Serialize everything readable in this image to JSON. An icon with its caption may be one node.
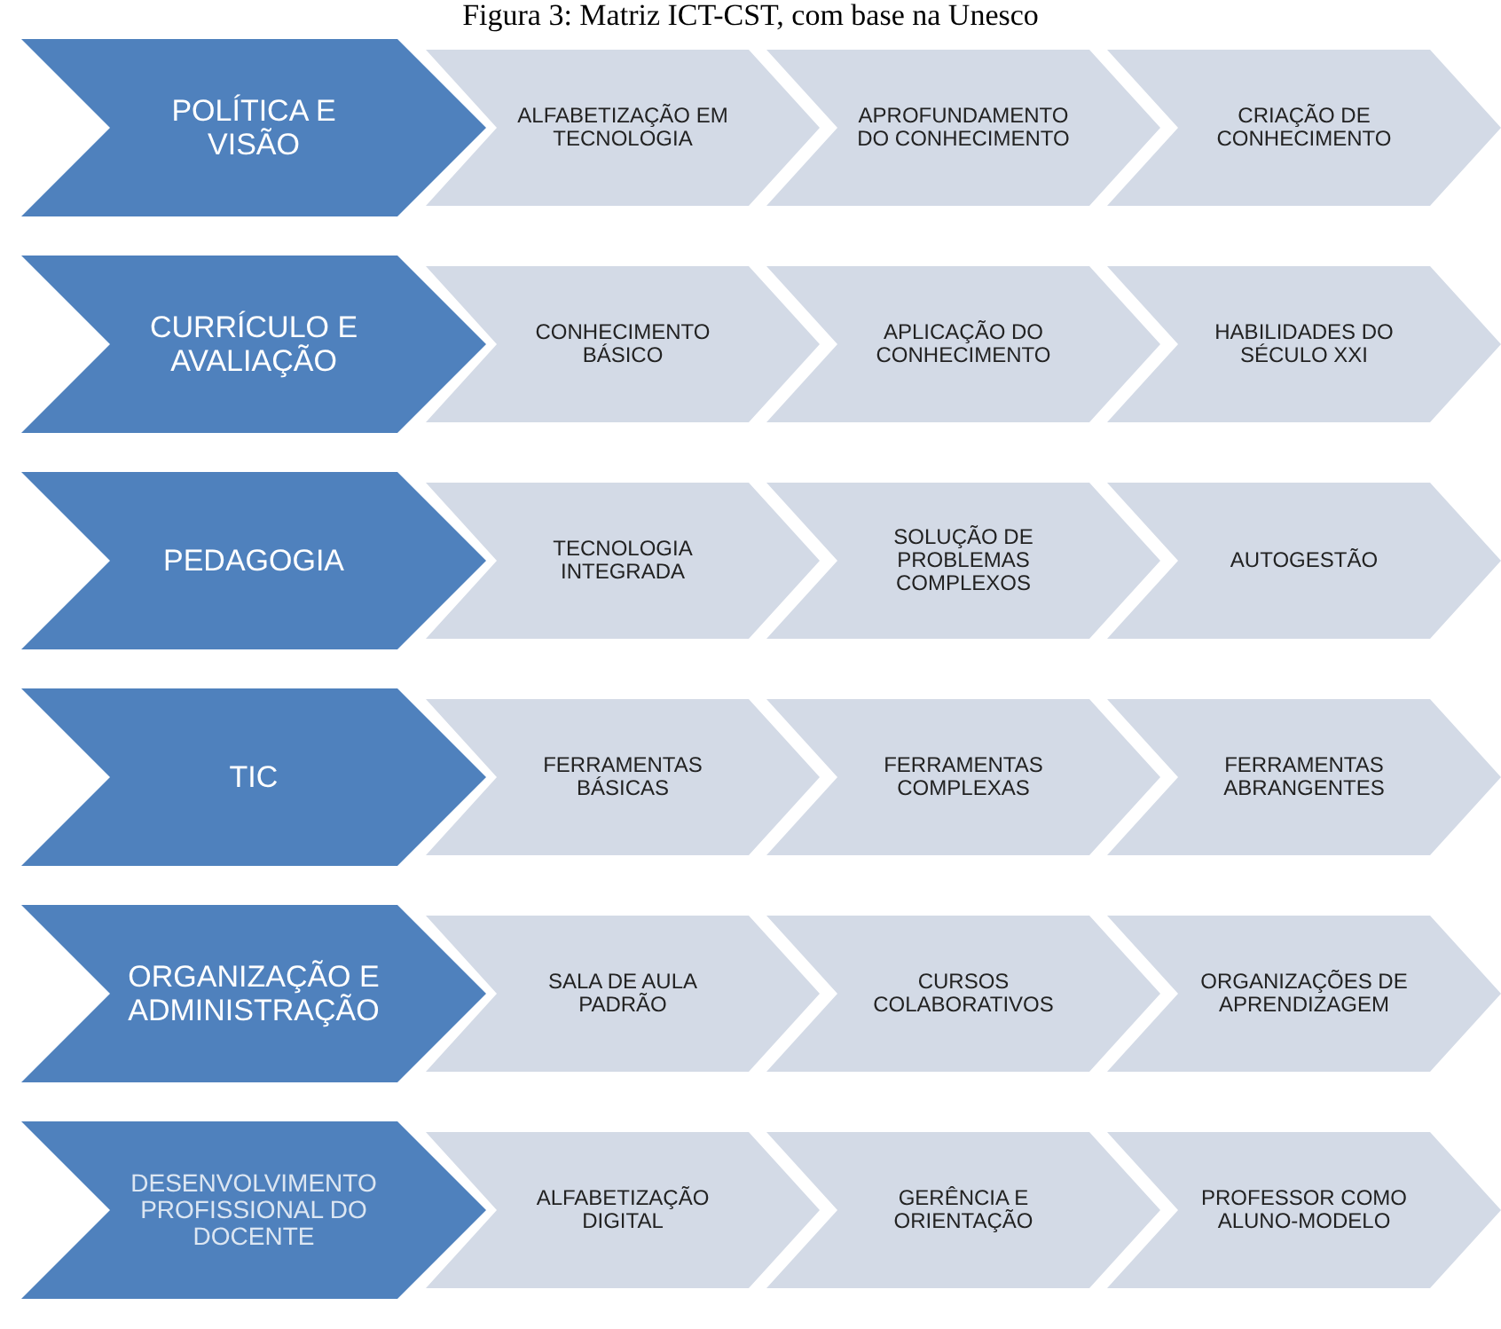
{
  "diagram": {
    "title": "Figura 3: Matriz ICT-CST, com base na Unesco",
    "nodes": [
      {
        "text": [
          "POLÍTICA E VISÃO"
        ]
      },
      {
        "text": [
          "ALFABETIZAÇÃO EM TECNOLOGIA"
        ]
      },
      {
        "text": [
          "APROFUNDAMENTO DO CONHECIMENTO"
        ]
      },
      {
        "text": [
          "CRIAÇÃO DE CONHECIMENTO"
        ]
      },
      {
        "text": [
          "CURRÍCULO E AVALIAÇÃO"
        ]
      },
      {
        "text": [
          "CONHECIMENTO BÁSICO"
        ]
      },
      {
        "text": [
          "APLICAÇÃO DO CONHECIMENTO"
        ]
      },
      {
        "text": [
          "HABILIDADES DO SÉCULO XXI"
        ]
      },
      {
        "text": [
          "PEDAGOGIA"
        ]
      },
      {
        "text": [
          "TECNOLOGIA INTEGRADA"
        ]
      },
      {
        "text": [
          "SOLUÇÃO DE PROBLEMAS COMPLEXOS"
        ]
      },
      {
        "text": [
          "AUTOGESTÃO"
        ]
      },
      {
        "text": [
          "TIC"
        ]
      },
      {
        "text": [
          "FERRAMENTAS BÁSICAS"
        ]
      },
      {
        "text": [
          "FERRAMENTAS COMPLEXAS"
        ]
      },
      {
        "text": [
          "FERRAMENTAS ABRANGENTES"
        ]
      },
      {
        "text": [
          "ORGANIZAÇÃO E ADMINISTRAÇÃO"
        ]
      },
      {
        "text": [
          "SALA DE AULA PADRÃO"
        ]
      },
      {
        "text": [
          "CURSOS COLABORATIVOS"
        ]
      },
      {
        "text": [
          "ORGANIZAÇÕES DE APRENDIZAGEM"
        ]
      },
      {
        "text": [
          "DESENVOLVIMENTO PROFISSIONAL DO DOCENTE"
        ]
      },
      {
        "text": [
          "ALFABETIZAÇÃO DIGITAL"
        ]
      },
      {
        "text": [
          "GERÊNCIA E ORIENTAÇÃO"
        ]
      },
      {
        "text": [
          "PROFESSOR COMO ALUNO-MODELO"
        ]
      }
    ]
  }
}
